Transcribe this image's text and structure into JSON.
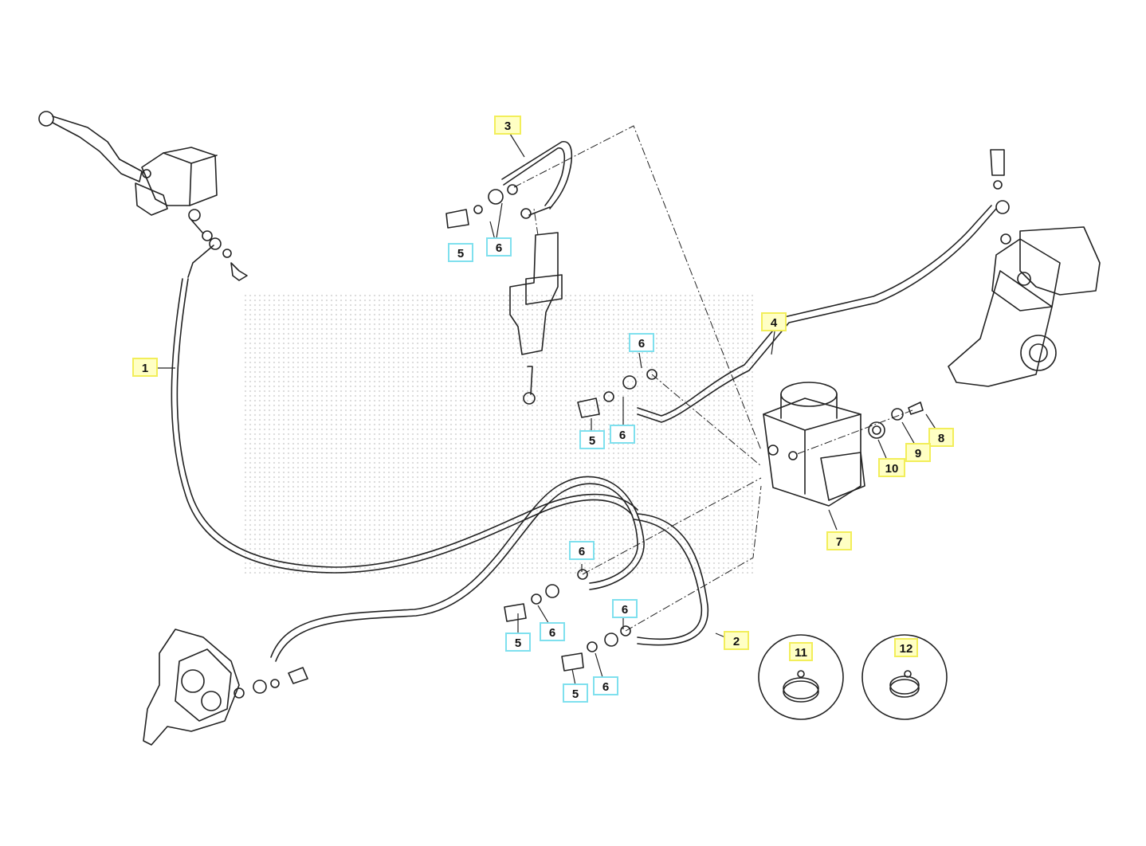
{
  "diagram": {
    "colors": {
      "line": "#222222",
      "callout_main_bg": "#ffffc4",
      "callout_main_border": "#f2ee5a",
      "callout_hw_border": "#7fe0ee",
      "watermark": "#bdbdbd"
    },
    "callouts": [
      {
        "id": "c1",
        "label": "1",
        "style": "yellow"
      },
      {
        "id": "c2",
        "label": "2",
        "style": "yellow"
      },
      {
        "id": "c3",
        "label": "3",
        "style": "yellow"
      },
      {
        "id": "c4",
        "label": "4",
        "style": "yellow"
      },
      {
        "id": "c5a",
        "label": "5",
        "style": "cyan"
      },
      {
        "id": "c6a",
        "label": "6",
        "style": "cyan"
      },
      {
        "id": "c6b",
        "label": "6",
        "style": "cyan"
      },
      {
        "id": "c5b",
        "label": "5",
        "style": "cyan"
      },
      {
        "id": "c6c",
        "label": "6",
        "style": "cyan"
      },
      {
        "id": "c6d",
        "label": "6",
        "style": "cyan"
      },
      {
        "id": "c5c",
        "label": "5",
        "style": "cyan"
      },
      {
        "id": "c6e",
        "label": "6",
        "style": "cyan"
      },
      {
        "id": "c6f",
        "label": "6",
        "style": "cyan"
      },
      {
        "id": "c5d",
        "label": "5",
        "style": "cyan"
      },
      {
        "id": "c6g",
        "label": "6",
        "style": "cyan"
      },
      {
        "id": "c7",
        "label": "7",
        "style": "yellow"
      },
      {
        "id": "c8",
        "label": "8",
        "style": "yellow"
      },
      {
        "id": "c9",
        "label": "9",
        "style": "yellow"
      },
      {
        "id": "c10",
        "label": "10",
        "style": "yellow"
      },
      {
        "id": "c11",
        "label": "11",
        "style": "yellow"
      },
      {
        "id": "c12",
        "label": "12",
        "style": "yellow"
      }
    ]
  }
}
